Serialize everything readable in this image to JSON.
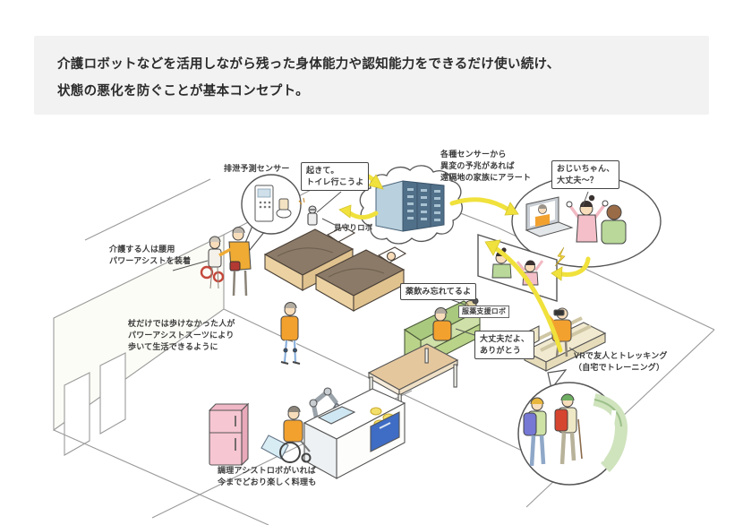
{
  "header": {
    "text": "介護ロボットなどを活用しながら残った身体能力や認知能力をできるだけ使い続け、\n状態の悪化を防ぐことが基本コンセプト。"
  },
  "diagram": {
    "labels": {
      "excretion_sensor": "排泄予測センサー",
      "wake_bubble": "起きて。\nトイレ行こうよ",
      "watch_robot": "見守りロボ",
      "alert": "各種センサーから\n異変の予兆があれば\n遠隔地の家族にアラート",
      "grandpa_bubble": "おじいちゃん、\n大丈夫～？",
      "caregiver": "介護する人は腰用\nパワーアシストを装着",
      "walk_assist": "杖だけでは歩けなかった人が\nパワーアシストスーツにより\n歩いて生活できるように",
      "medicine_bubble": "薬飲み忘れてるよ",
      "med_robot": "服薬支援ロボ",
      "thanks_bubble": "大丈夫だよ、\nありがとう",
      "vr_trekking": "VRで友人とトレッキング\n（自宅でトレーニング）",
      "cooking": "調理アシストロボがいれば\n今までどおり楽しく料理も"
    },
    "colors": {
      "header_bg": "#f2f2f2",
      "arrow_yellow": "#f0e13c",
      "sofa_green": "#b9d389",
      "fridge_pink": "#f6c6d2",
      "bed_blanket": "#8b7a67",
      "bed_frame": "#ecd2a2",
      "server_light": "#b9d0de",
      "server_dark": "#506f88",
      "clothes_orange": "#f2a12e",
      "kitchen_drawer": "#3f6cc4",
      "backpack_blue": "#7678d4",
      "backpack_red": "#d6452f",
      "line_dark": "#555555"
    }
  }
}
